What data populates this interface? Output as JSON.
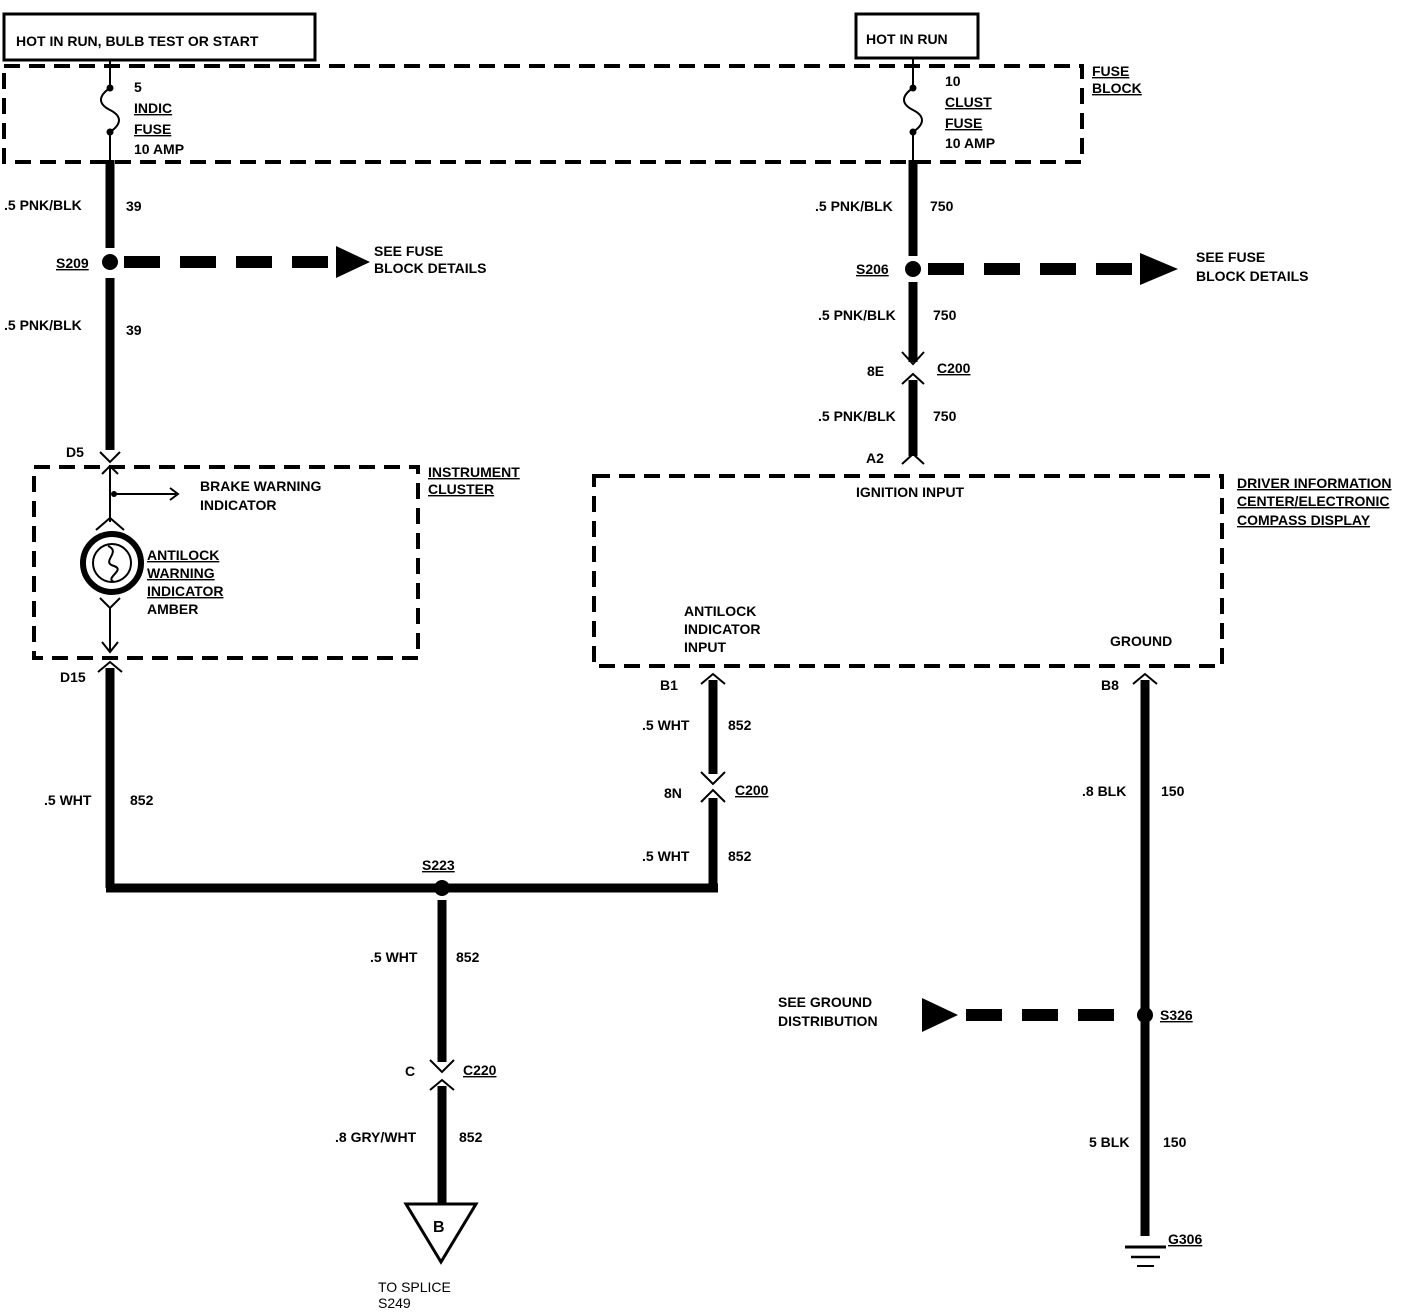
{
  "power": {
    "left_box": "HOT IN RUN, BULB TEST OR  START",
    "right_box": "HOT IN RUN"
  },
  "fuse_block": {
    "label_1": "FUSE",
    "label_2": "BLOCK",
    "fuse5": {
      "num": "5",
      "name": "INDIC",
      "type": "FUSE",
      "rating": "10 AMP"
    },
    "fuse10": {
      "num": "10",
      "name": "CLUST",
      "type": "FUSE",
      "rating": "10 AMP"
    }
  },
  "wires": {
    "left_top_1": {
      "size": ".5 PNK/BLK",
      "circuit": "39"
    },
    "left_top_2": {
      "size": ".5 PNK/BLK",
      "circuit": "39"
    },
    "right_top_1": {
      "size": ".5 PNK/BLK",
      "circuit": "750"
    },
    "right_top_2": {
      "size": ".5 PNK/BLK",
      "circuit": "750"
    },
    "right_top_3": {
      "size": ".5 PNK/BLK",
      "circuit": "750"
    },
    "left_low": {
      "size": ".5 WHT",
      "circuit": "852"
    },
    "mid_1": {
      "size": ".5 WHT",
      "circuit": "852"
    },
    "mid_2": {
      "size": ".5 WHT",
      "circuit": "852"
    },
    "bottom_1": {
      "size": ".5 WHT",
      "circuit": "852"
    },
    "bottom_2": {
      "size": ".8 GRY/WHT",
      "circuit": "852"
    },
    "gnd_1": {
      "size": ".8 BLK",
      "circuit": "150"
    },
    "gnd_2": {
      "size": "5 BLK",
      "circuit": "150"
    }
  },
  "splices": {
    "s209": "S209",
    "s206": "S206",
    "s223": "S223",
    "s326": "S326"
  },
  "refs": {
    "fuse_details_left_1": "SEE FUSE",
    "fuse_details_left_2": "BLOCK DETAILS",
    "fuse_details_right_1": "SEE FUSE",
    "fuse_details_right_2": "BLOCK DETAILS",
    "ground_dist_1": "SEE GROUND",
    "ground_dist_2": "DISTRIBUTION"
  },
  "connectors": {
    "c200_top": {
      "pin": "8E",
      "name": "C200"
    },
    "c200_mid": {
      "pin": "8N",
      "name": "C200"
    },
    "c220": {
      "pin": "C",
      "name": "C220"
    },
    "d5": "D5",
    "d15": "D15",
    "a2": "A2",
    "b1": "B1",
    "b8": "B8"
  },
  "cluster": {
    "title_1": "INSTRUMENT",
    "title_2": "CLUSTER",
    "brake_1": "BRAKE WARNING",
    "brake_2": "INDICATOR",
    "antilock_1": "ANTILOCK",
    "antilock_2": "WARNING",
    "antilock_3": "INDICATOR",
    "antilock_4": "AMBER"
  },
  "dic": {
    "title_1": "DRIVER INFORMATION",
    "title_2": "CENTER/ELECTRONIC",
    "title_3": "COMPASS DISPLAY",
    "ignition": "IGNITION INPUT",
    "antilock_1": "ANTILOCK",
    "antilock_2": "INDICATOR",
    "antilock_3": "INPUT",
    "ground": "GROUND"
  },
  "ground": {
    "name": "G306"
  },
  "offpage": {
    "letter": "B",
    "note_1": "TO SPLICE",
    "note_2": "S249"
  }
}
